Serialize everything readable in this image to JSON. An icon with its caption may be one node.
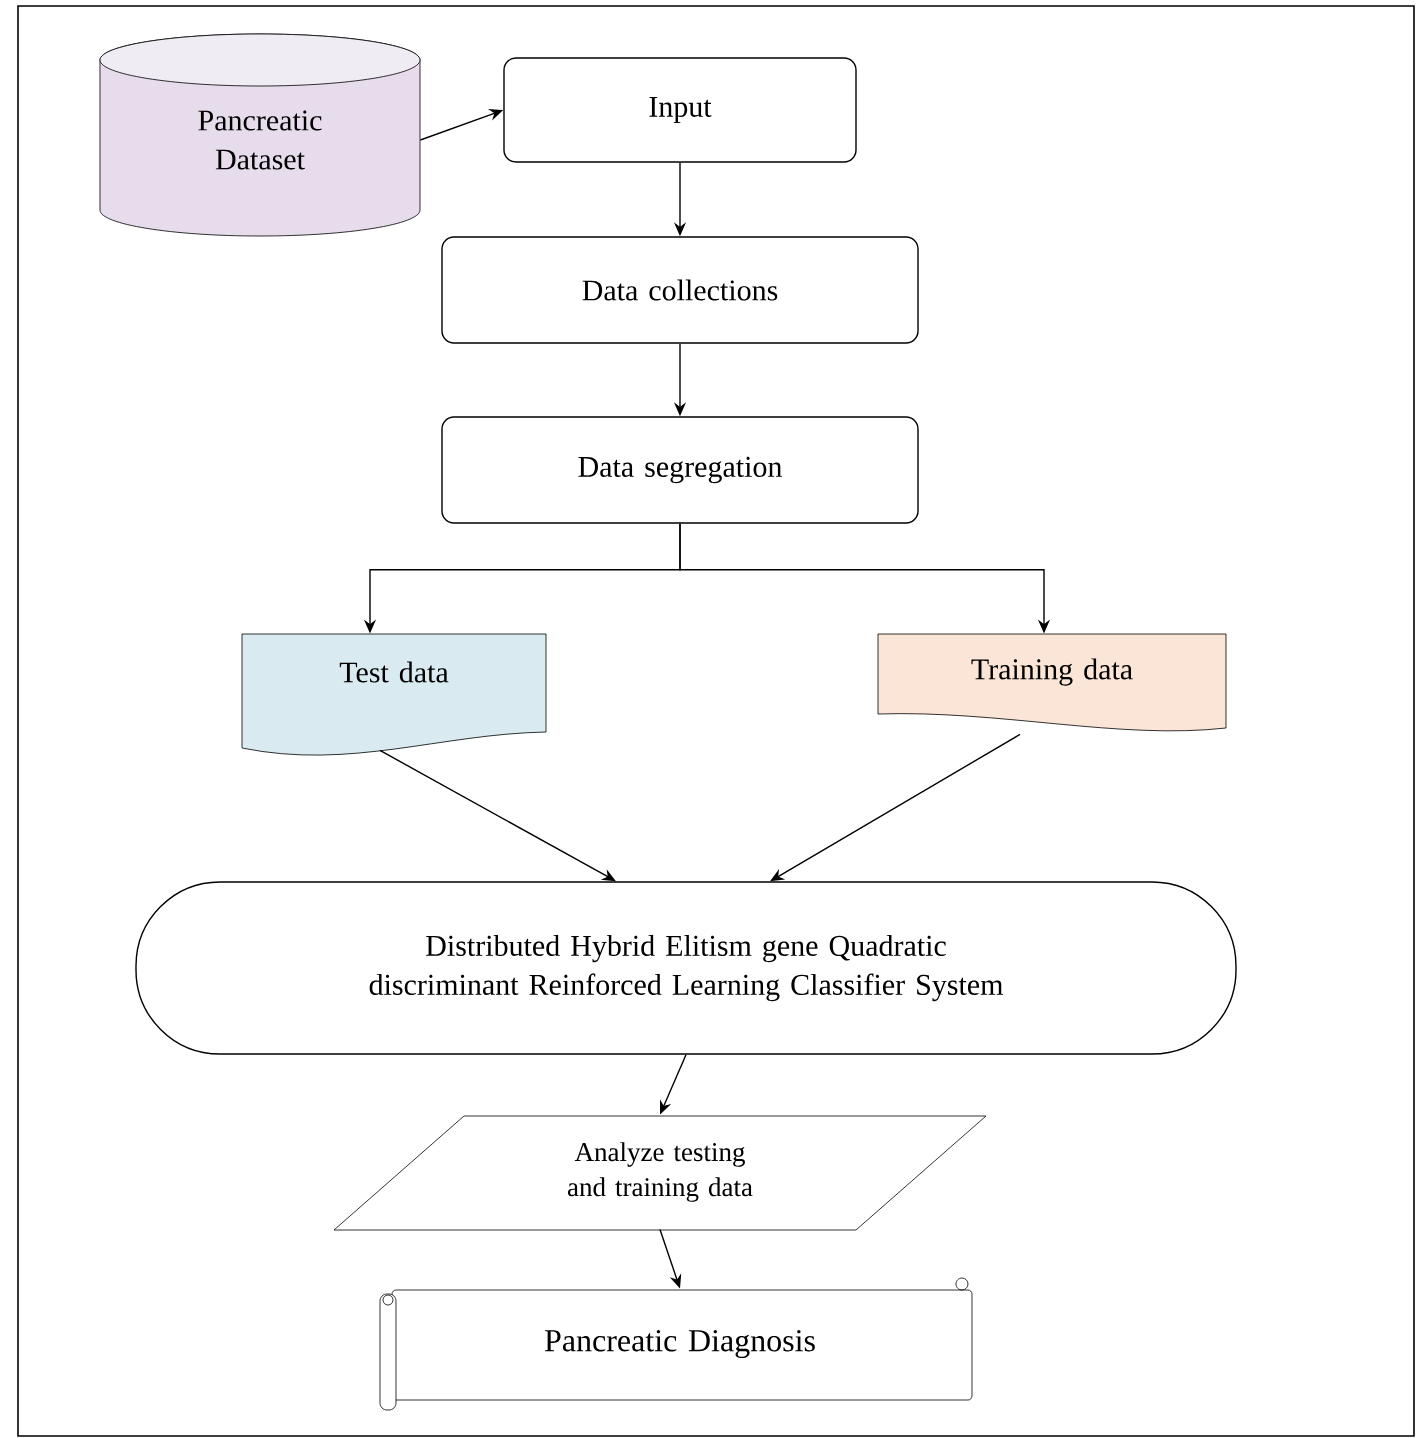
{
  "diagram": {
    "nodes": [
      {
        "text": [
          "Pancreatic Dataset"
        ]
      },
      {
        "text": [
          "Input"
        ]
      },
      {
        "text": [
          "Data collections"
        ]
      },
      {
        "text": [
          "Data segregation"
        ]
      },
      {
        "text": [
          "Test data"
        ]
      },
      {
        "text": [
          "Training data"
        ]
      },
      {
        "text": [
          "Distributed Hybrid Elitism gene Quadratic discriminant Reinforced Learning Classifier System"
        ]
      },
      {
        "text": [
          "Analyze testing and training data"
        ]
      },
      {
        "text": [
          "Pancreatic Diagnosis"
        ]
      }
    ],
    "edges": [
      {
        "from": 0,
        "to": 1,
        "arrow": "to"
      },
      {
        "from": 1,
        "to": 2,
        "arrow": "to"
      },
      {
        "from": 2,
        "to": 3,
        "arrow": "to"
      },
      {
        "from": 3,
        "to": 4,
        "arrow": "to"
      },
      {
        "from": 3,
        "to": 5,
        "arrow": "to"
      },
      {
        "from": 4,
        "to": 6,
        "arrow": "to"
      },
      {
        "from": 5,
        "to": 6,
        "arrow": "to"
      },
      {
        "from": 6,
        "to": 7,
        "arrow": "to"
      },
      {
        "from": 7,
        "to": 8,
        "arrow": "to"
      }
    ]
  }
}
